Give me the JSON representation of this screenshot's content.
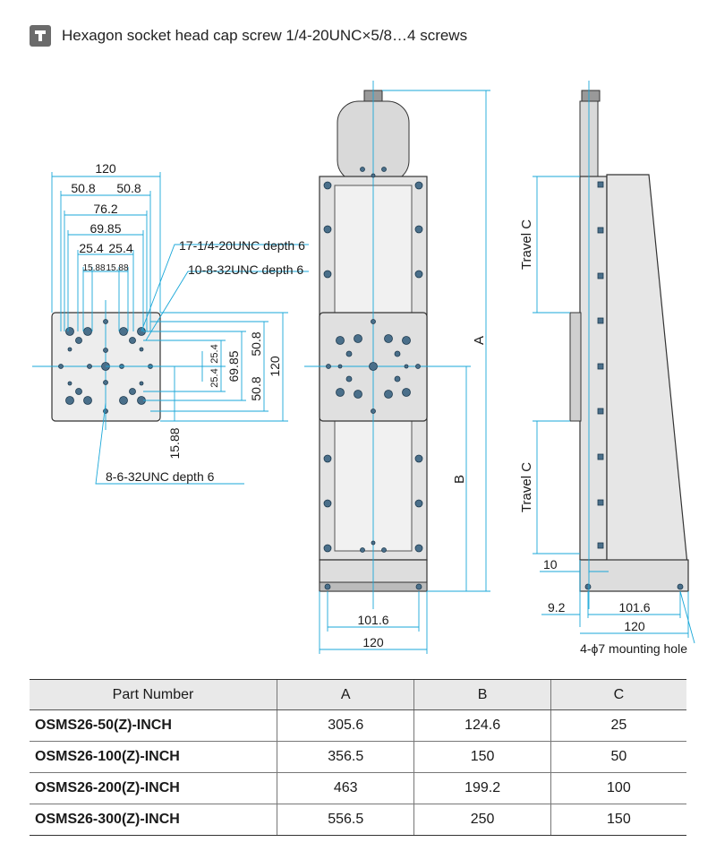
{
  "header": {
    "icon": "screw-icon",
    "title": "Hexagon socket head cap screw 1/4-20UNC×5/8…4 screws"
  },
  "top_view": {
    "dim_120": "120",
    "dim_50_8_left": "50.8",
    "dim_50_8_right": "50.8",
    "dim_76_2": "76.2",
    "dim_69_85": "69.85",
    "dim_25_4_left": "25.4",
    "dim_25_4_right": "25.4",
    "dim_15_88_left": "15.88",
    "dim_15_88_right": "15.88",
    "callout_17": "17-1/4-20UNC depth 6",
    "callout_10": "10-8-32UNC depth 6",
    "callout_8": "8-6-32UNC depth 6",
    "vdim_50_8_top": "50.8",
    "vdim_50_8_bottom": "50.8",
    "vdim_120": "120",
    "vdim_69_85": "69.85",
    "vdim_25_4_a": "25.4",
    "vdim_25_4_b": "25.4",
    "vdim_15_88": "15.88"
  },
  "front_view": {
    "label_a": "A",
    "label_b": "B",
    "dim_101_6": "101.6",
    "dim_120": "120"
  },
  "side_view": {
    "travel_top": "Travel C",
    "travel_bottom": "Travel C",
    "dim_10": "10",
    "dim_9_2": "9.2",
    "dim_101_6": "101.6",
    "dim_120": "120",
    "mounting_hole": "4-ϕ7 mounting hole"
  },
  "table": {
    "headers": [
      "Part Number",
      "A",
      "B",
      "C"
    ],
    "rows": [
      [
        "OSMS26-50(Z)-INCH",
        "305.6",
        "124.6",
        "25"
      ],
      [
        "OSMS26-100(Z)-INCH",
        "356.5",
        "150",
        "50"
      ],
      [
        "OSMS26-200(Z)-INCH",
        "463",
        "199.2",
        "100"
      ],
      [
        "OSMS26-300(Z)-INCH",
        "556.5",
        "250",
        "150"
      ]
    ]
  }
}
